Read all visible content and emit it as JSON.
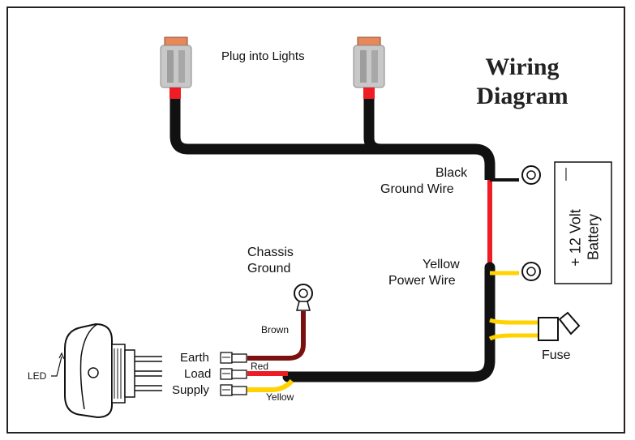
{
  "title_line1": "Wiring",
  "title_line2": "Diagram",
  "labels": {
    "plug_into_lights": "Plug into Lights",
    "black": "Black",
    "ground_wire": "Ground Wire",
    "yellow": "Yellow",
    "power_wire": "Power Wire",
    "chassis": "Chassis",
    "ground": "Ground",
    "brown": "Brown",
    "red": "Red",
    "yellow_small": "Yellow",
    "earth": "Earth",
    "load": "Load",
    "supply": "Supply",
    "led": "LED",
    "fuse": "Fuse"
  },
  "battery": {
    "line1": "+ 12 Volt",
    "line2": "Battery",
    "negative": "—"
  },
  "colors": {
    "black_wire": "#111111",
    "red_wire": "#ee1c24",
    "yellow_wire": "#ffd200",
    "brown_wire": "#7a1010",
    "connector_body": "#bdbdbd",
    "connector_cap": "#e8875a"
  }
}
